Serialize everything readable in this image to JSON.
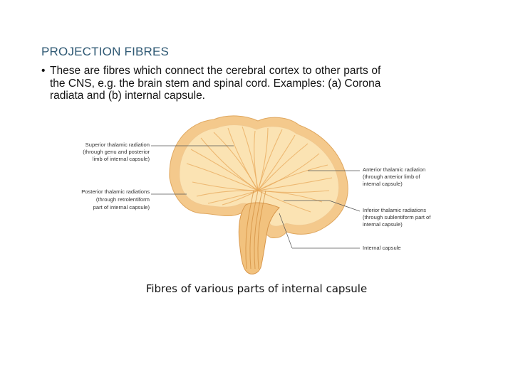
{
  "slide": {
    "title": "PROJECTION FIBRES",
    "bullet": {
      "mark": "•",
      "lines": [
        "These are fibres which connect the cerebral cortex to other parts of",
        "the CNS, e.g. the brain stem and spinal cord. Examples: (a) Corona",
        "radiata and (b) internal capsule."
      ]
    },
    "caption": "Fibres of various parts of internal capsule"
  },
  "figure": {
    "labels": {
      "superior": [
        "Superior thalamic radiation",
        "(through genu and posterior",
        "limb of internal capsule)"
      ],
      "posterior": [
        "Posterior thalamic radiations",
        "(through retrolentiform",
        "part of internal capsule)"
      ],
      "anterior": [
        "Anterior thalamic radiation",
        "(through anterior limb of",
        "internal capsule)"
      ],
      "inferior": [
        "Inferior thalamic radiations",
        "(through sublentiform part of",
        "internal capsule)"
      ],
      "internal": [
        "Internal capsule"
      ]
    },
    "colors": {
      "outer": "#f4c98c",
      "inner": "#fbe3b3",
      "fibre": "#e8a95c",
      "stem": "#f2c27e"
    }
  }
}
